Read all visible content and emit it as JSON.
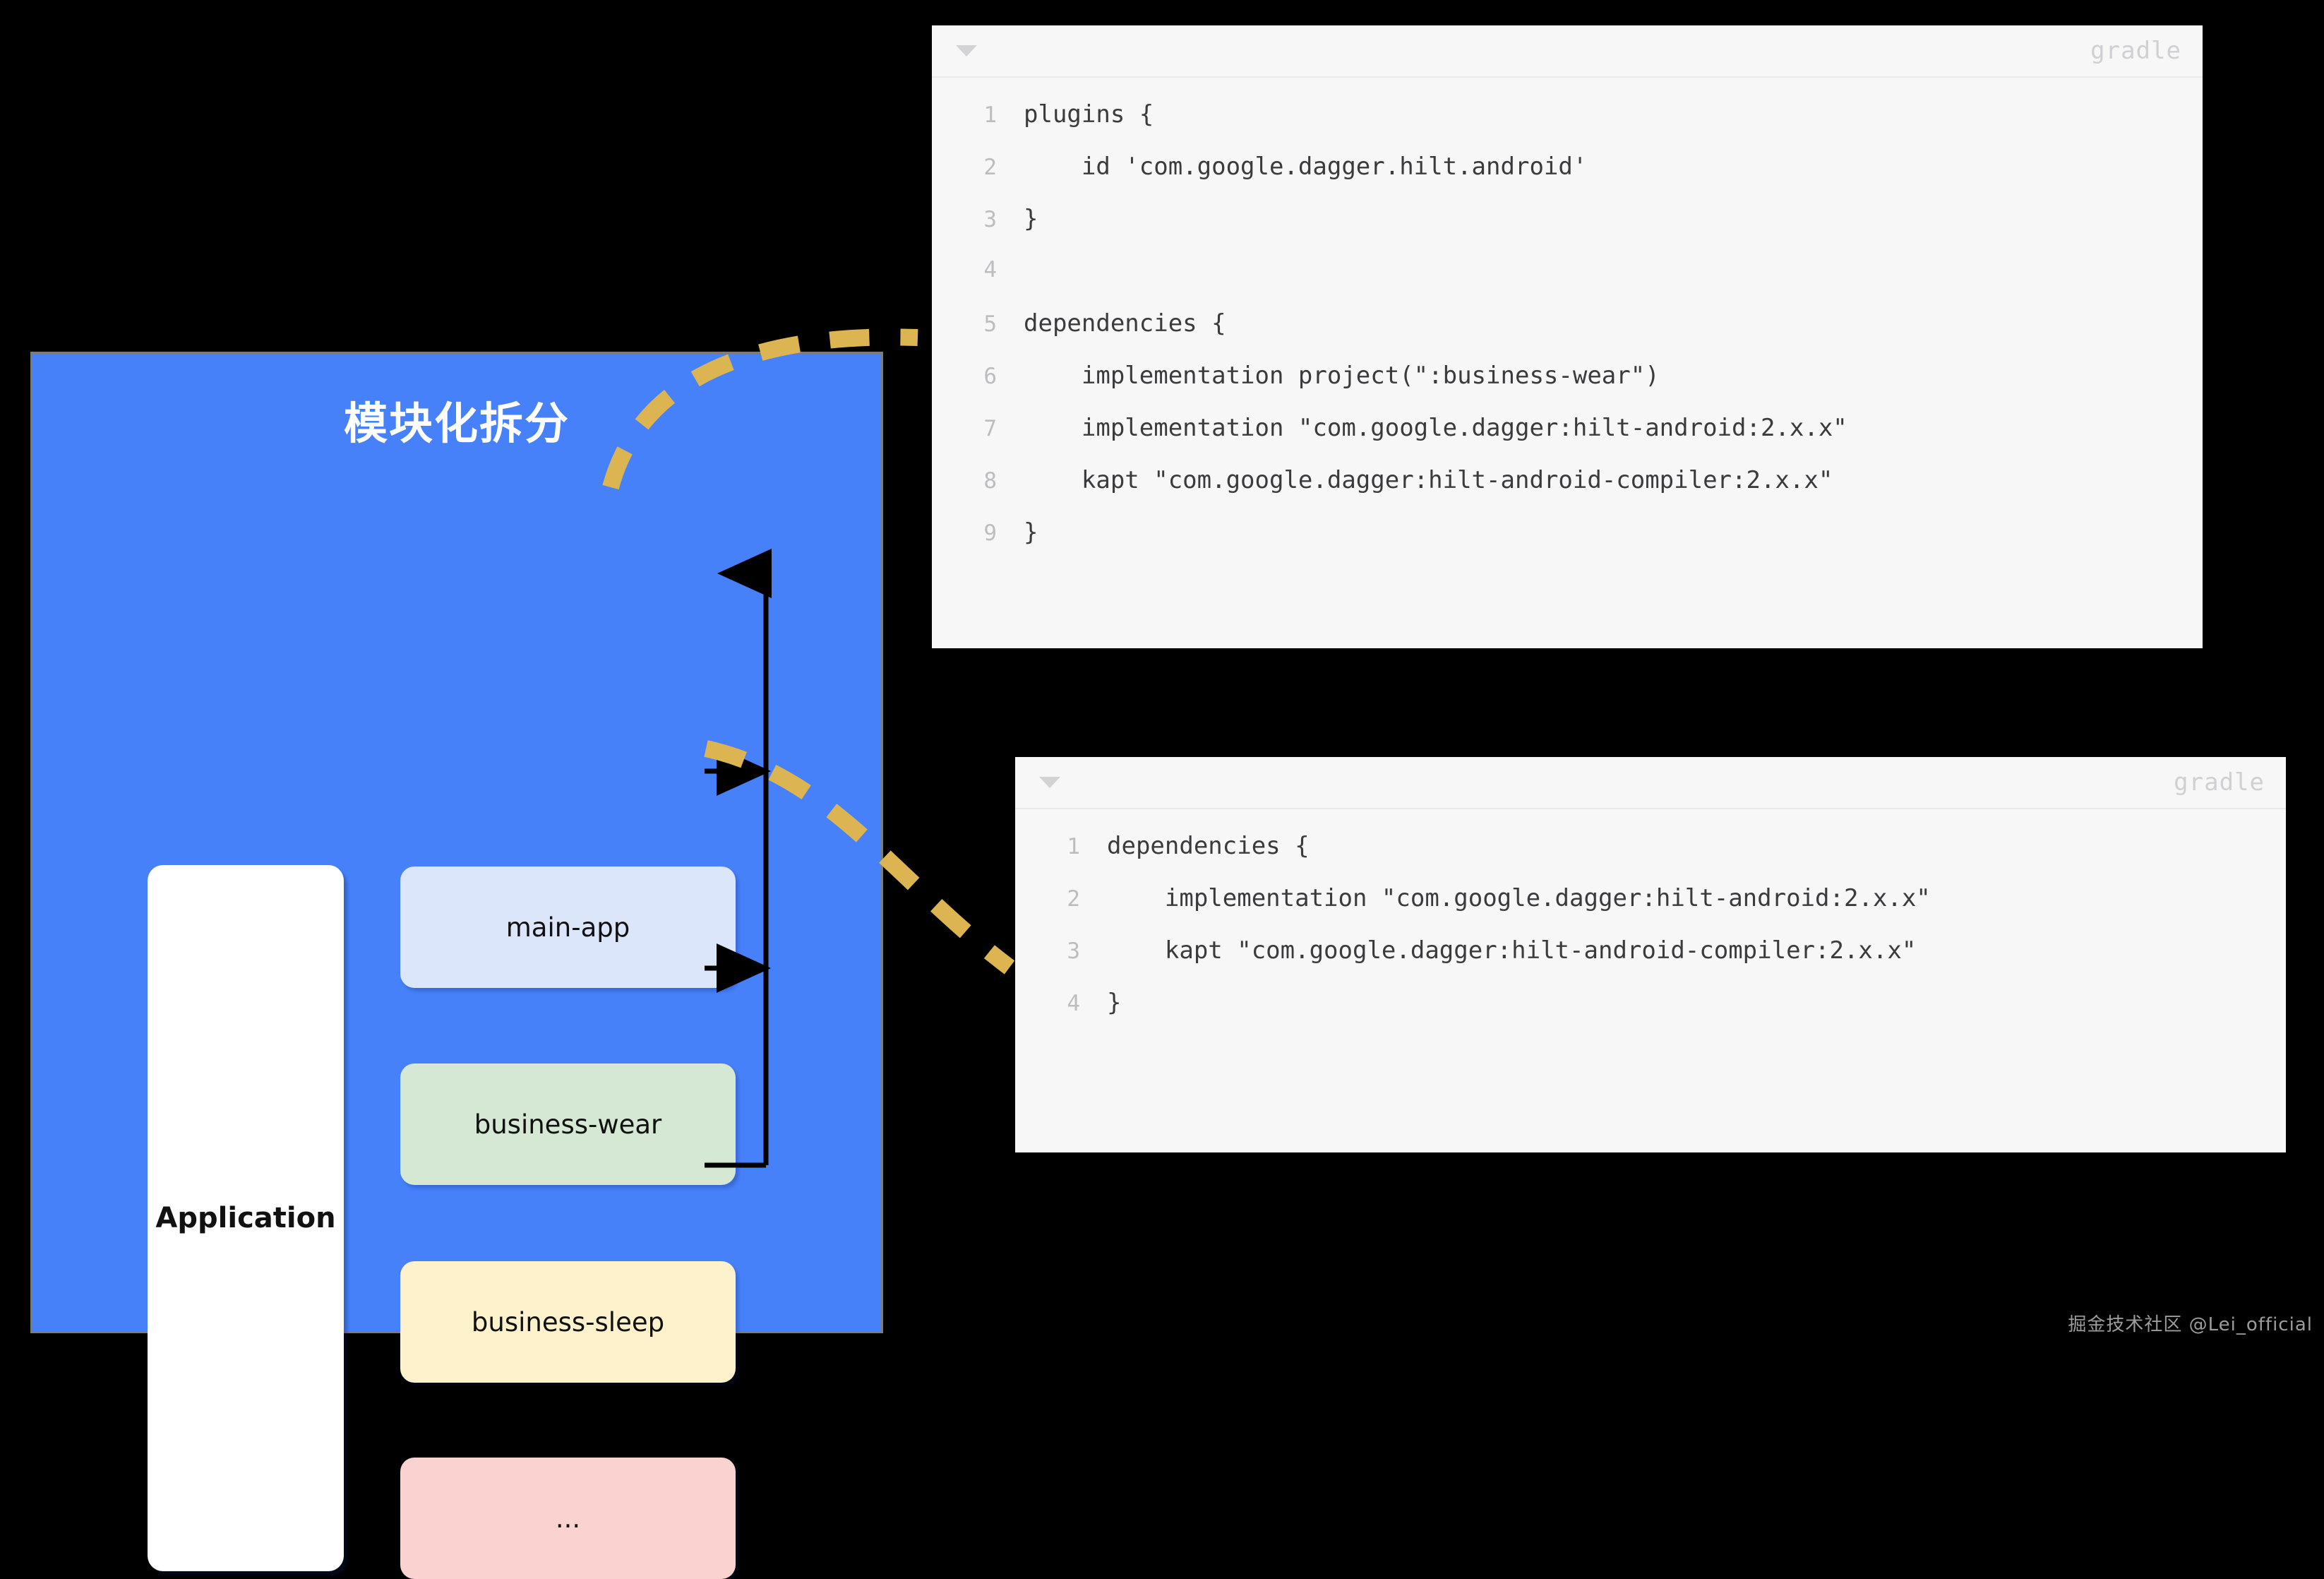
{
  "diagram": {
    "title": "模块化拆分",
    "application_box": {
      "label": "Application"
    },
    "modules": [
      {
        "label": "main-app",
        "color": "#DCE6FA"
      },
      {
        "label": "business-wear",
        "color": "#D5E8D4"
      },
      {
        "label": "business-sleep",
        "color": "#FDF2CC"
      },
      {
        "label": "...",
        "color": "#FAD3D0"
      }
    ],
    "panel_color": "#4681FA",
    "connector_color": "#000000",
    "dashed_curve_color": "#DCB451"
  },
  "code_panels": [
    {
      "language_label": "gradle",
      "collapse_icon": "triangle-down-icon",
      "lines": [
        {
          "n": "1",
          "text": "plugins {"
        },
        {
          "n": "2",
          "text": "    id 'com.google.dagger.hilt.android'"
        },
        {
          "n": "3",
          "text": "}"
        },
        {
          "n": "4",
          "text": ""
        },
        {
          "n": "5",
          "text": "dependencies {"
        },
        {
          "n": "6",
          "text": "    implementation project(\":business-wear\")"
        },
        {
          "n": "7",
          "text": "    implementation \"com.google.dagger:hilt-android:2.x.x\""
        },
        {
          "n": "8",
          "text": "    kapt \"com.google.dagger:hilt-android-compiler:2.x.x\""
        },
        {
          "n": "9",
          "text": "}"
        }
      ]
    },
    {
      "language_label": "gradle",
      "collapse_icon": "triangle-down-icon",
      "lines": [
        {
          "n": "1",
          "text": "dependencies {"
        },
        {
          "n": "2",
          "text": "    implementation \"com.google.dagger:hilt-android:2.x.x\""
        },
        {
          "n": "3",
          "text": "    kapt \"com.google.dagger:hilt-android-compiler:2.x.x\""
        },
        {
          "n": "4",
          "text": "}"
        }
      ]
    }
  ],
  "watermark": {
    "text": "掘金技术社区 @Lei_official"
  }
}
